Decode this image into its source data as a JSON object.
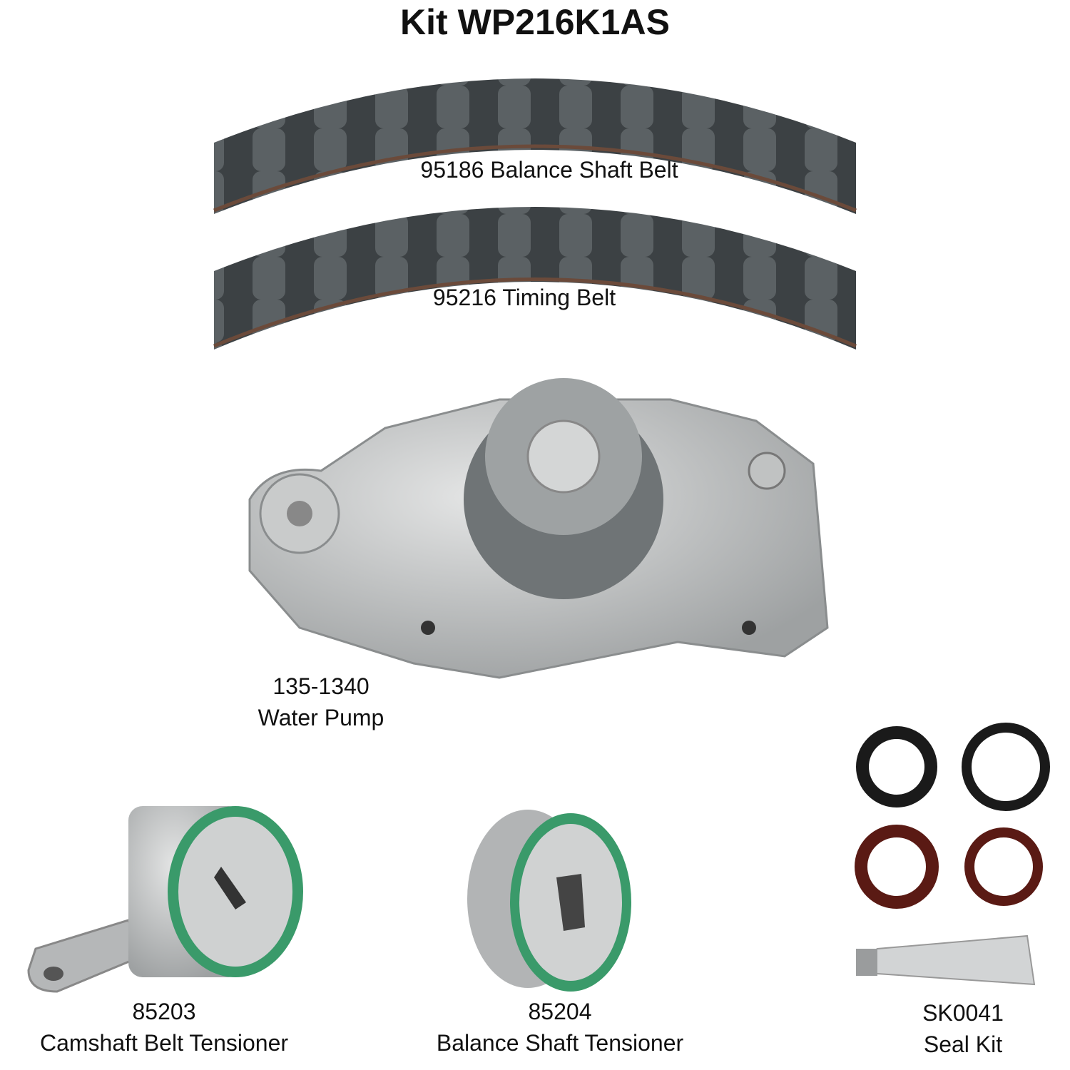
{
  "title": "Kit WP216K1AS",
  "parts": [
    {
      "number": "95186",
      "name": "Balance Shaft Belt",
      "label": "95186 Balance Shaft Belt"
    },
    {
      "number": "95216",
      "name": "Timing Belt",
      "label": "95216 Timing Belt"
    },
    {
      "number": "135-1340",
      "name": "Water Pump"
    },
    {
      "number": "85203",
      "name": "Camshaft Belt Tensioner"
    },
    {
      "number": "85204",
      "name": "Balance Shaft Tensioner"
    },
    {
      "number": "SK0041",
      "name": "Seal Kit"
    }
  ],
  "colors": {
    "belt": "#4a4f52",
    "metal": "#b8babb",
    "green_seal": "#3a9a6a",
    "black_seal": "#1a1a1a",
    "red_seal": "#5a1a14"
  }
}
